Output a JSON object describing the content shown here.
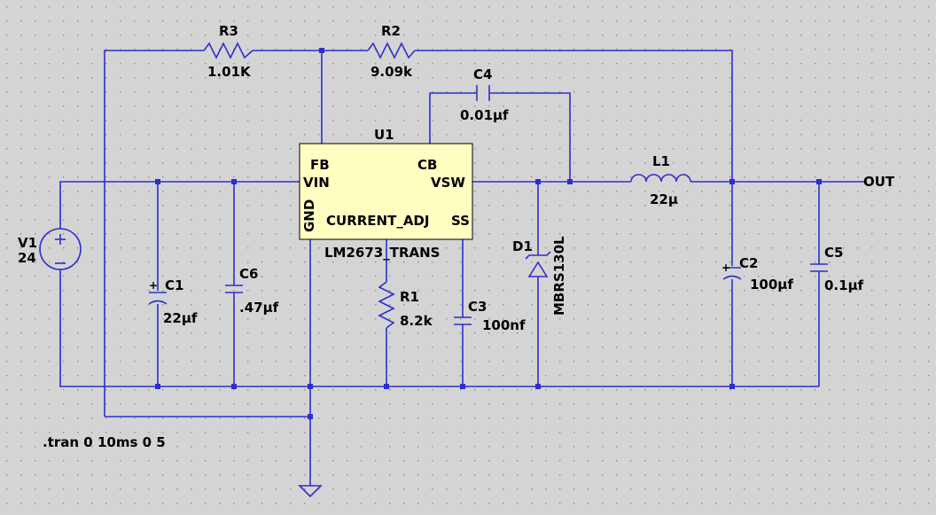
{
  "colors": {
    "background": "#d4d4d4",
    "grid_dot": "#8a8a8a",
    "wire": "#2d2ecf",
    "ic_fill": "#ffffc2"
  },
  "ic": {
    "ref": "U1",
    "part": "LM2673_TRANS",
    "pins": {
      "fb": "FB",
      "cb": "CB",
      "vin": "VIN",
      "vsw": "VSW",
      "gnd": "GND",
      "current_adj": "CURRENT_ADJ",
      "ss": "SS"
    }
  },
  "components": {
    "r3": {
      "ref": "R3",
      "value": "1.01K"
    },
    "r2": {
      "ref": "R2",
      "value": "9.09k"
    },
    "c4": {
      "ref": "C4",
      "value": "0.01µf"
    },
    "l1": {
      "ref": "L1",
      "value": "22µ"
    },
    "v1": {
      "ref": "V1",
      "value": "24"
    },
    "c1": {
      "ref": "C1",
      "value": "22µf"
    },
    "c6": {
      "ref": "C6",
      "value": ".47µf"
    },
    "r1": {
      "ref": "R1",
      "value": "8.2k"
    },
    "c3": {
      "ref": "C3",
      "value": "100nf"
    },
    "d1": {
      "ref": "D1",
      "value": "MBRS130L"
    },
    "c2": {
      "ref": "C2",
      "value": "100µf"
    },
    "c5": {
      "ref": "C5",
      "value": "0.1µf"
    }
  },
  "net_labels": {
    "out": "OUT"
  },
  "directive": ".tran 0 10ms 0 5"
}
